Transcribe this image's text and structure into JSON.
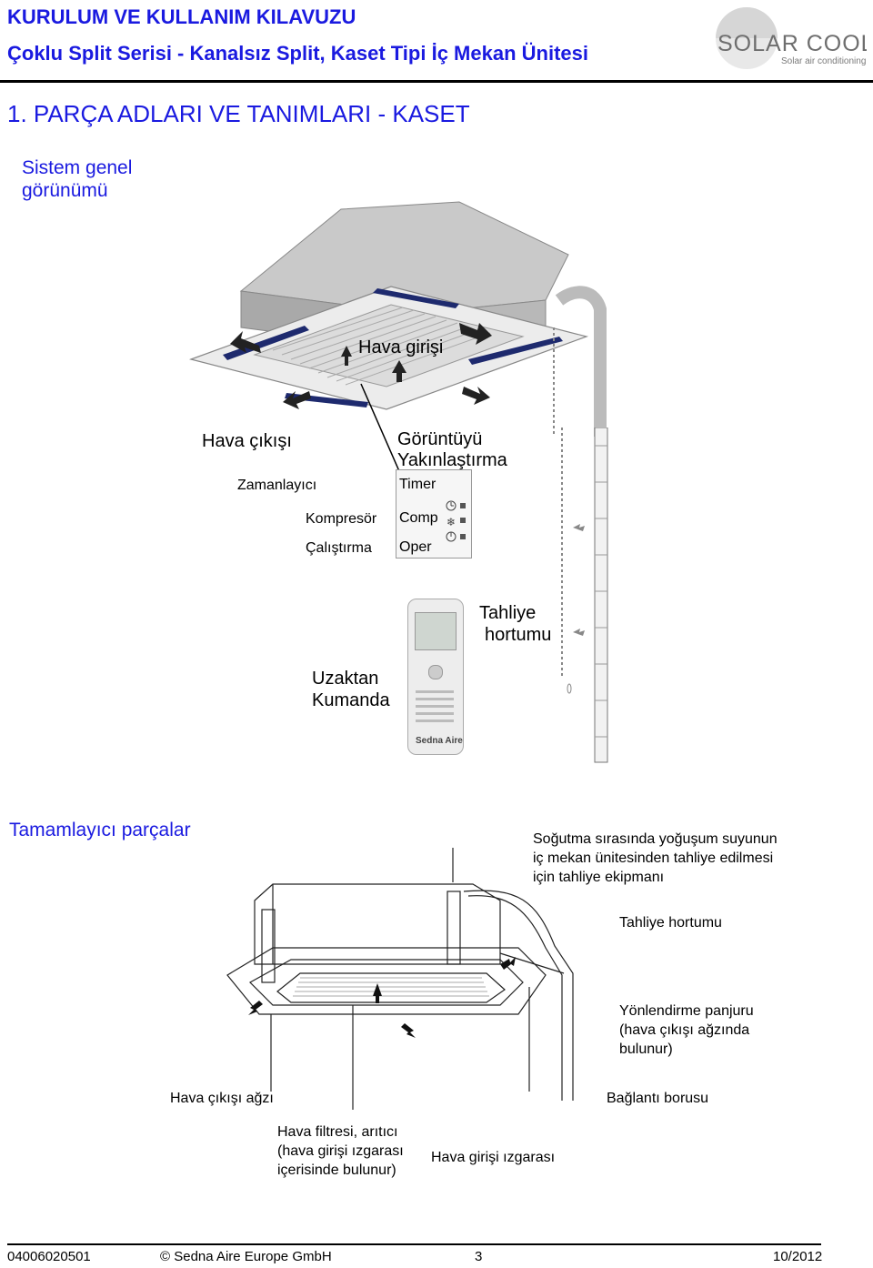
{
  "header": {
    "title": "KURULUM VE KULLANIM KILAVUZU",
    "subtitle": "Çoklu Split Serisi - Kanalsız Split, Kaset Tipi İç Mekan Ünitesi",
    "logo": {
      "name": "SOLAR COOL",
      "tagline": "Solar air conditioning"
    }
  },
  "section": {
    "title": "1.  PARÇA ADLARI VE TANIMLARI - KASET",
    "overview": {
      "heading_line1": "Sistem genel",
      "heading_line2": "görünümü"
    }
  },
  "top_labels": {
    "air_inlet": "Hava girişi",
    "air_outlet": "Hava çıkışı",
    "zoom_line1": "Görüntüyü",
    "zoom_line2": "Yakınlaştırma",
    "timer_tr": "Zamanlayıcı",
    "comp_tr": "Kompresör",
    "oper_tr": "Çalıştırma",
    "timer_en": "Timer",
    "comp_en": "Comp",
    "oper_en": "Oper",
    "drain_line1": "Tahliye",
    "drain_line2": "hortumu",
    "remote_line1": "Uzaktan",
    "remote_line2": "Kumanda",
    "remote_brand": "Sedna Aire"
  },
  "accessories": {
    "heading": "Tamamlayıcı parçalar",
    "drain_equipment": [
      "Soğutma sırasında yoğuşum suyunun",
      "iç mekan ünitesinden tahliye edilmesi",
      "için tahliye ekipmanı"
    ],
    "drain_hose": "Tahliye hortumu",
    "louver": [
      "Yönlendirme panjuru",
      "(hava çıkışı ağzında",
      "bulunur)"
    ],
    "outlet_mouth": "Hava çıkışı ağzı",
    "connection_pipe": "Bağlantı borusu",
    "filter": [
      "Hava filtresi, arıtıcı",
      "(hava girişi ızgarası",
      "içerisinde bulunur)"
    ],
    "inlet_grille": "Hava girişi ızgarası"
  },
  "footer": {
    "doc_number": "04006020501",
    "copyright": "© Sedna Aire Europe GmbH",
    "page": "3",
    "date": "10/2012"
  },
  "colors": {
    "heading_blue": "#1a1ae0",
    "text": "#000000"
  }
}
